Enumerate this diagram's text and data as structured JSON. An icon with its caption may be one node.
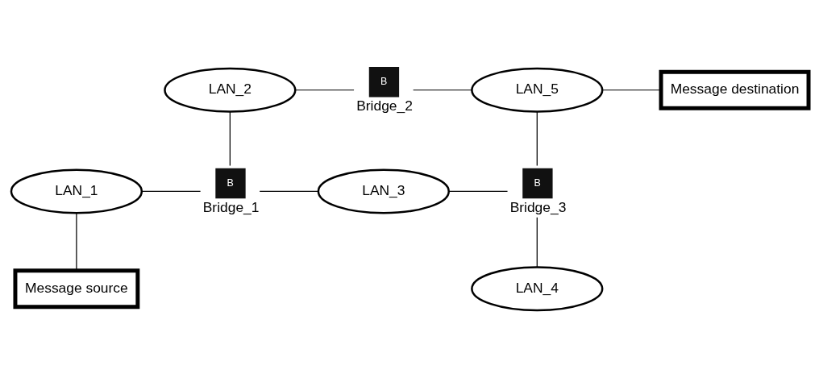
{
  "diagram": {
    "nodes": [
      {
        "text": [
          "LAN_2"
        ]
      },
      {
        "text": [
          "B"
        ],
        "beside": [
          "Bridge_2"
        ]
      },
      {
        "text": [
          "LAN_5"
        ]
      },
      {
        "text": [
          "Message destination"
        ]
      },
      {
        "text": [
          "LAN_1"
        ]
      },
      {
        "text": [
          "B"
        ],
        "beside": [
          "Bridge_1"
        ]
      },
      {
        "text": [
          "LAN_3"
        ]
      },
      {
        "text": [
          "B"
        ],
        "beside": [
          "Bridge_3"
        ]
      },
      {
        "text": [
          "Message source"
        ]
      },
      {
        "text": [
          "LAN_4"
        ]
      }
    ],
    "edges": [
      {
        "from": 0,
        "to": 1,
        "arrow": "none"
      },
      {
        "from": 1,
        "to": 2,
        "arrow": "none"
      },
      {
        "from": 2,
        "to": 3,
        "arrow": "none"
      },
      {
        "from": 0,
        "to": 5,
        "arrow": "none"
      },
      {
        "from": 2,
        "to": 7,
        "arrow": "none"
      },
      {
        "from": 4,
        "to": 5,
        "arrow": "none"
      },
      {
        "from": 5,
        "to": 6,
        "arrow": "none"
      },
      {
        "from": 6,
        "to": 7,
        "arrow": "none"
      },
      {
        "from": 7,
        "to": 9,
        "arrow": "none"
      },
      {
        "from": 4,
        "to": 8,
        "arrow": "none"
      }
    ]
  }
}
